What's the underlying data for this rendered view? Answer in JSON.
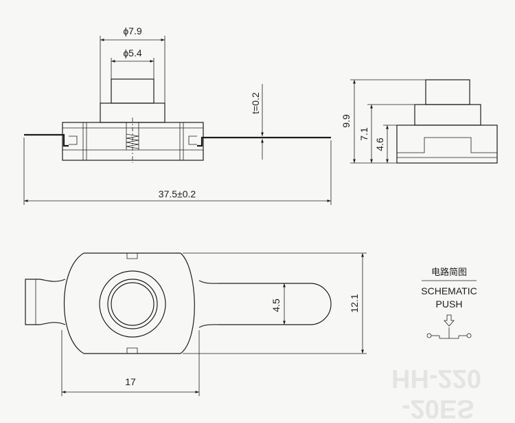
{
  "dimensions": {
    "d_outer": "ϕ7.9",
    "d_inner": "ϕ5.4",
    "thickness": "t=0.2",
    "total_length": "37.5±0.2",
    "h_total": "9.9",
    "h_mid": "7.1",
    "h_base": "4.6",
    "lever_width": "4.5",
    "body_height": "12.1",
    "body_width": "17"
  },
  "schematic": {
    "title_cn": "电路简图",
    "title_en": "SCHEMATIC",
    "push": "PUSH"
  },
  "bleed_text": [
    "HH-220",
    "-20ES"
  ]
}
